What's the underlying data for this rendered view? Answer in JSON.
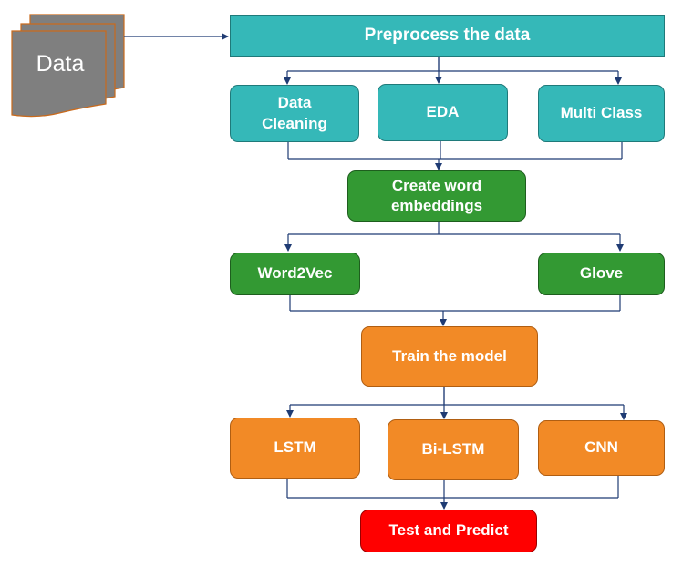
{
  "source": {
    "label": "Data",
    "color": "#7f7f7f"
  },
  "preprocess": {
    "title": "Preprocess the data",
    "steps": [
      "Data\nCleaning",
      "EDA",
      "Multi Class"
    ],
    "color": "#35b8b8"
  },
  "embeddings": {
    "title": "Create word\nembeddings",
    "options": [
      "Word2Vec",
      "Glove"
    ],
    "color": "#339933"
  },
  "training": {
    "title": "Train the model",
    "models": [
      "LSTM",
      "Bi-LSTM",
      "CNN"
    ],
    "color": "#f28a26"
  },
  "final": {
    "title": "Test and Predict",
    "color": "#ff0000"
  },
  "connector_color": "#1f3b73"
}
